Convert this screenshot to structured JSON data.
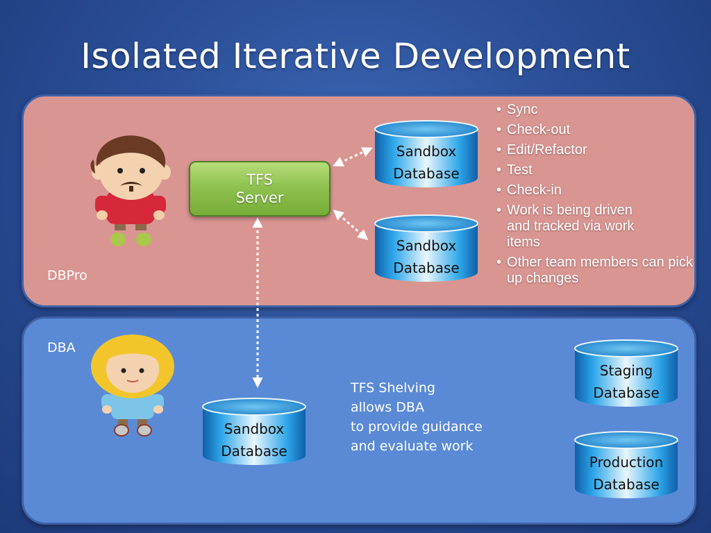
{
  "slide": {
    "title": "Isolated Iterative Development",
    "panels": {
      "top_label": "DBPro",
      "bottom_label": "DBA"
    },
    "tfs_server": {
      "line1": "TFS",
      "line2": "Server"
    },
    "databases": {
      "sandbox_top": {
        "line1": "Sandbox",
        "line2": "Database"
      },
      "sandbox_middle": {
        "line1": "Sandbox",
        "line2": "Database"
      },
      "sandbox_bottom": {
        "line1": "Sandbox",
        "line2": "Database"
      },
      "staging": {
        "line1": "Staging",
        "line2": "Database"
      },
      "production": {
        "line1": "Production",
        "line2": "Database"
      }
    },
    "bullets": [
      "Sync",
      "Check-out",
      "Edit/Refactor",
      "Test",
      "Check-in",
      "Work is being driven and tracked via work items",
      "Other team members can pick up changes"
    ],
    "note": [
      "TFS Shelving",
      "allows DBA",
      "to provide guidance",
      "and evaluate work"
    ],
    "colors": {
      "background": "#2b4f98",
      "top_panel": "#d99592",
      "bottom_panel": "#5a8ad6",
      "tfs_server": "#8fc250",
      "database": "#1f8fd6"
    }
  }
}
